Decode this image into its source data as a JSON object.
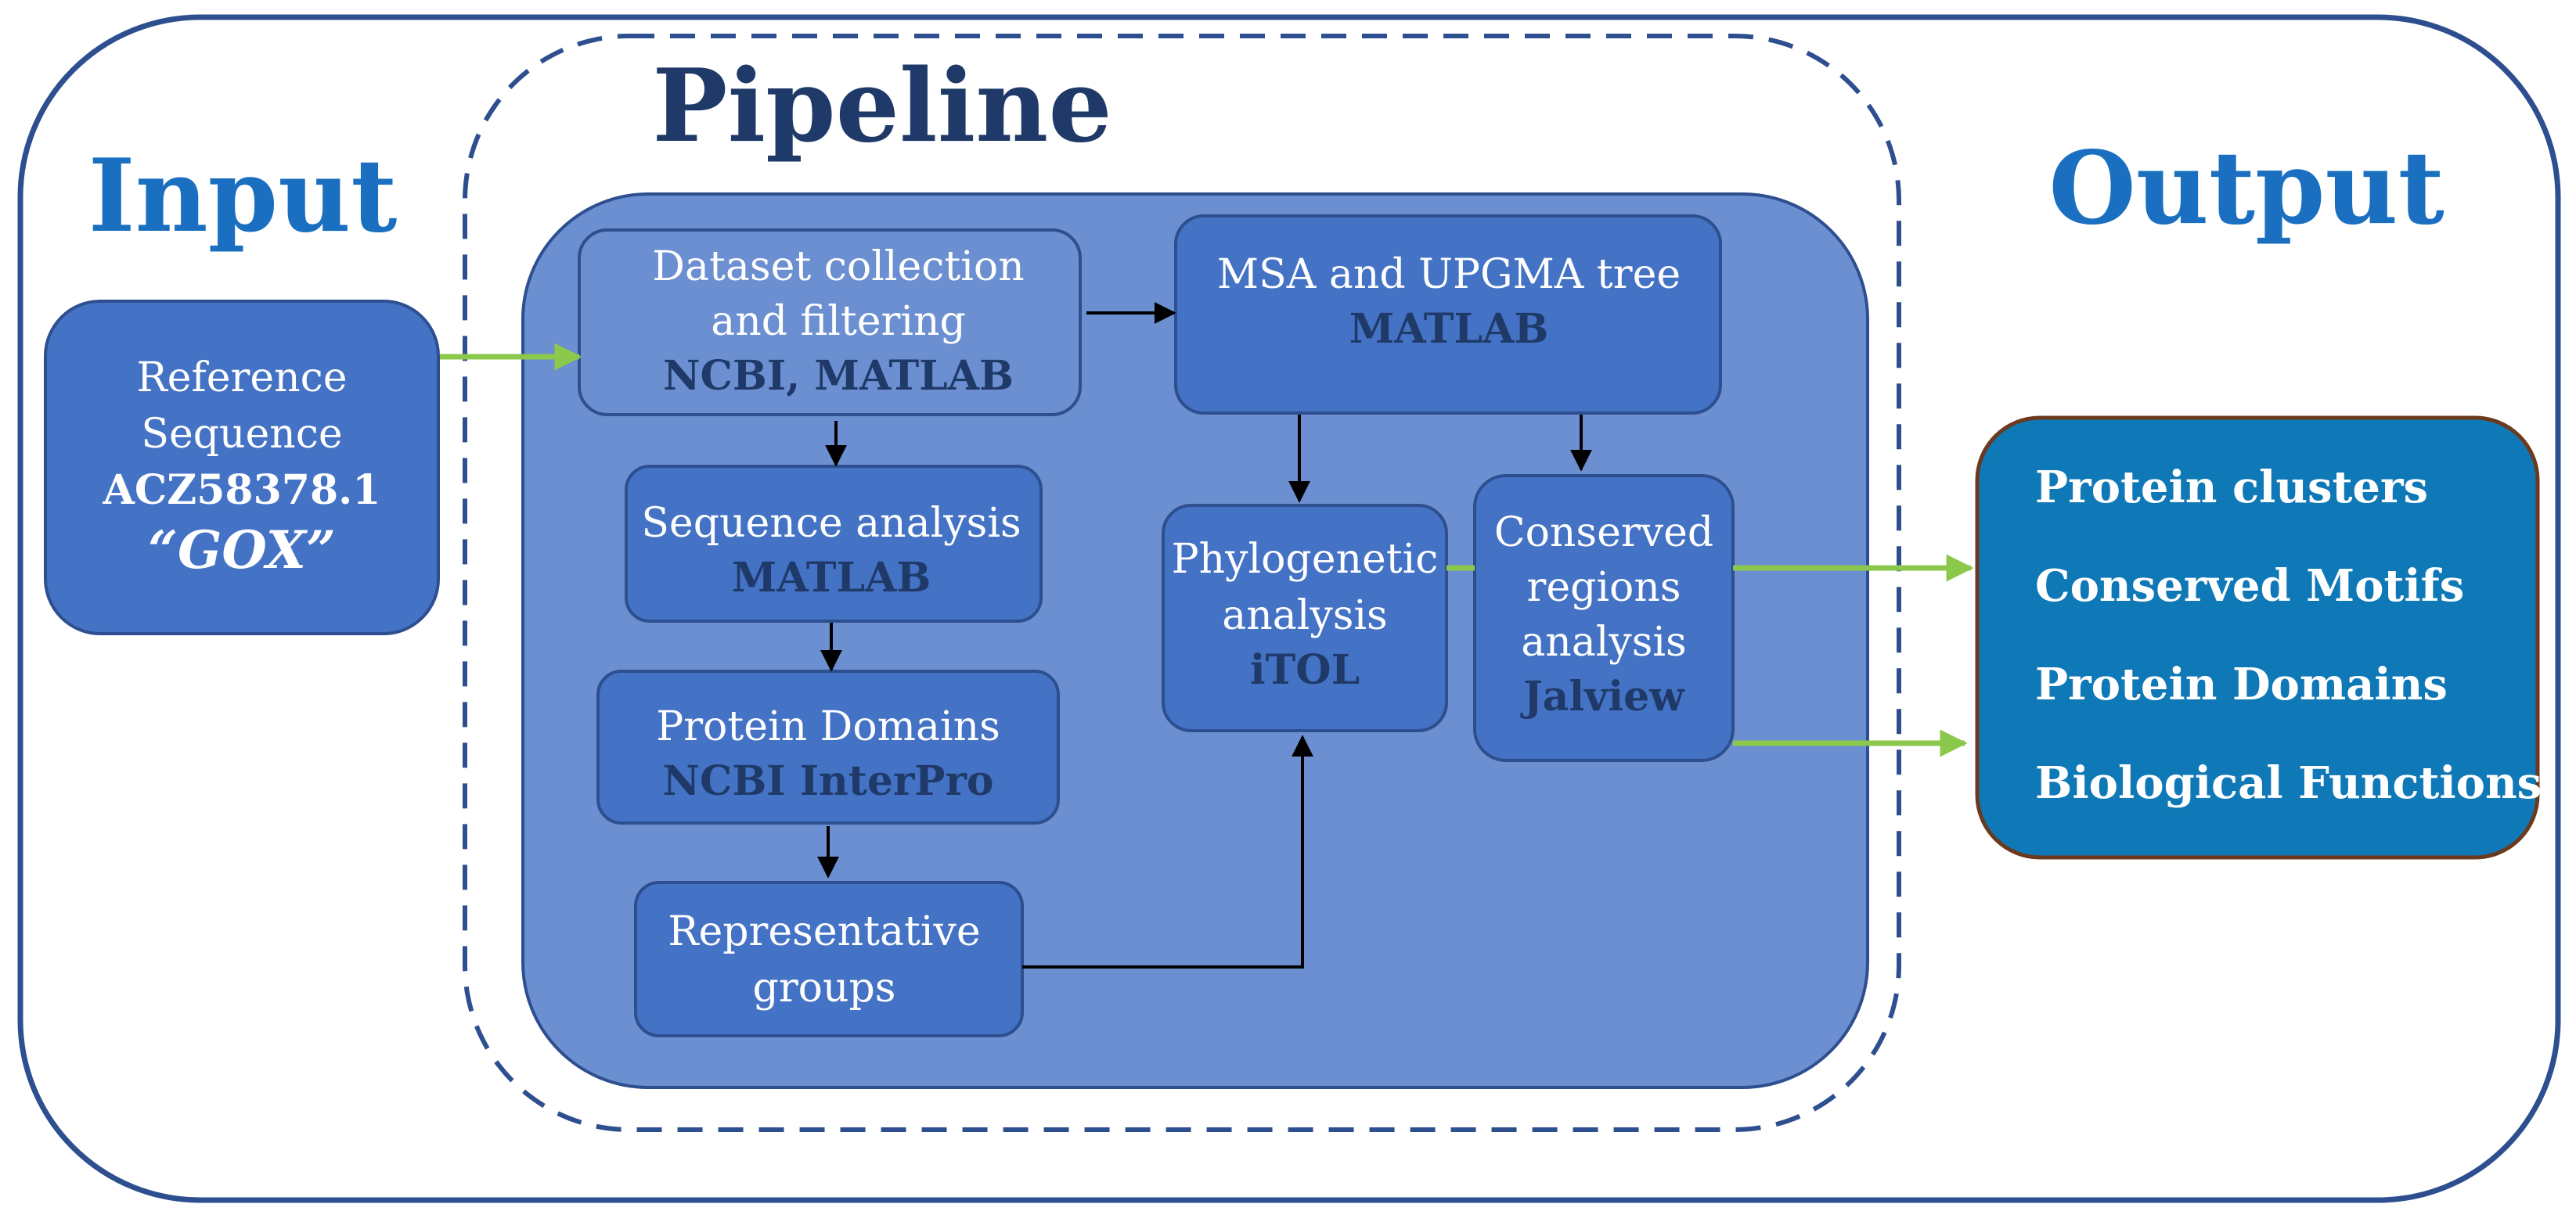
{
  "titles": {
    "input": "Input",
    "pipeline": "Pipeline",
    "output": "Output"
  },
  "input_box": {
    "line1": "Reference",
    "line2": "Sequence",
    "accession": "ACZ58378.1",
    "gene": "“GOX”"
  },
  "steps": {
    "dataset": {
      "line1": "Dataset collection",
      "line2": "and filtering",
      "tool": "NCBI, MATLAB"
    },
    "msa": {
      "line1": "MSA and UPGMA tree",
      "tool": "MATLAB"
    },
    "sequence": {
      "line1": "Sequence analysis",
      "tool": "MATLAB"
    },
    "domains": {
      "line1": "Protein Domains",
      "tool": "NCBI InterPro"
    },
    "representative": {
      "line1": "Representative",
      "line2": "groups"
    },
    "phylo": {
      "line1": "Phylogenetic",
      "line2": "analysis",
      "tool": "iTOL"
    },
    "conserved": {
      "line1": "Conserved",
      "line2": "regions",
      "line3": "analysis",
      "tool": "Jalview"
    }
  },
  "output_items": [
    "Protein clusters",
    "Conserved Motifs",
    "Protein Domains",
    "Biological Functions"
  ],
  "colors": {
    "frame": "#2e4f8f",
    "title_blue": "#1a6fc0",
    "pipeline_title": "#1f3a68",
    "pipeline_bg": "#6b8fd0",
    "step_fill": "#4472c4",
    "step_stroke": "#2e4f8f",
    "tool_text": "#1f3a68",
    "output_fill": "#0f78b6",
    "output_stroke": "#6b3a1e",
    "green_arrow": "#8cc84b",
    "black_arrow": "#000000"
  }
}
